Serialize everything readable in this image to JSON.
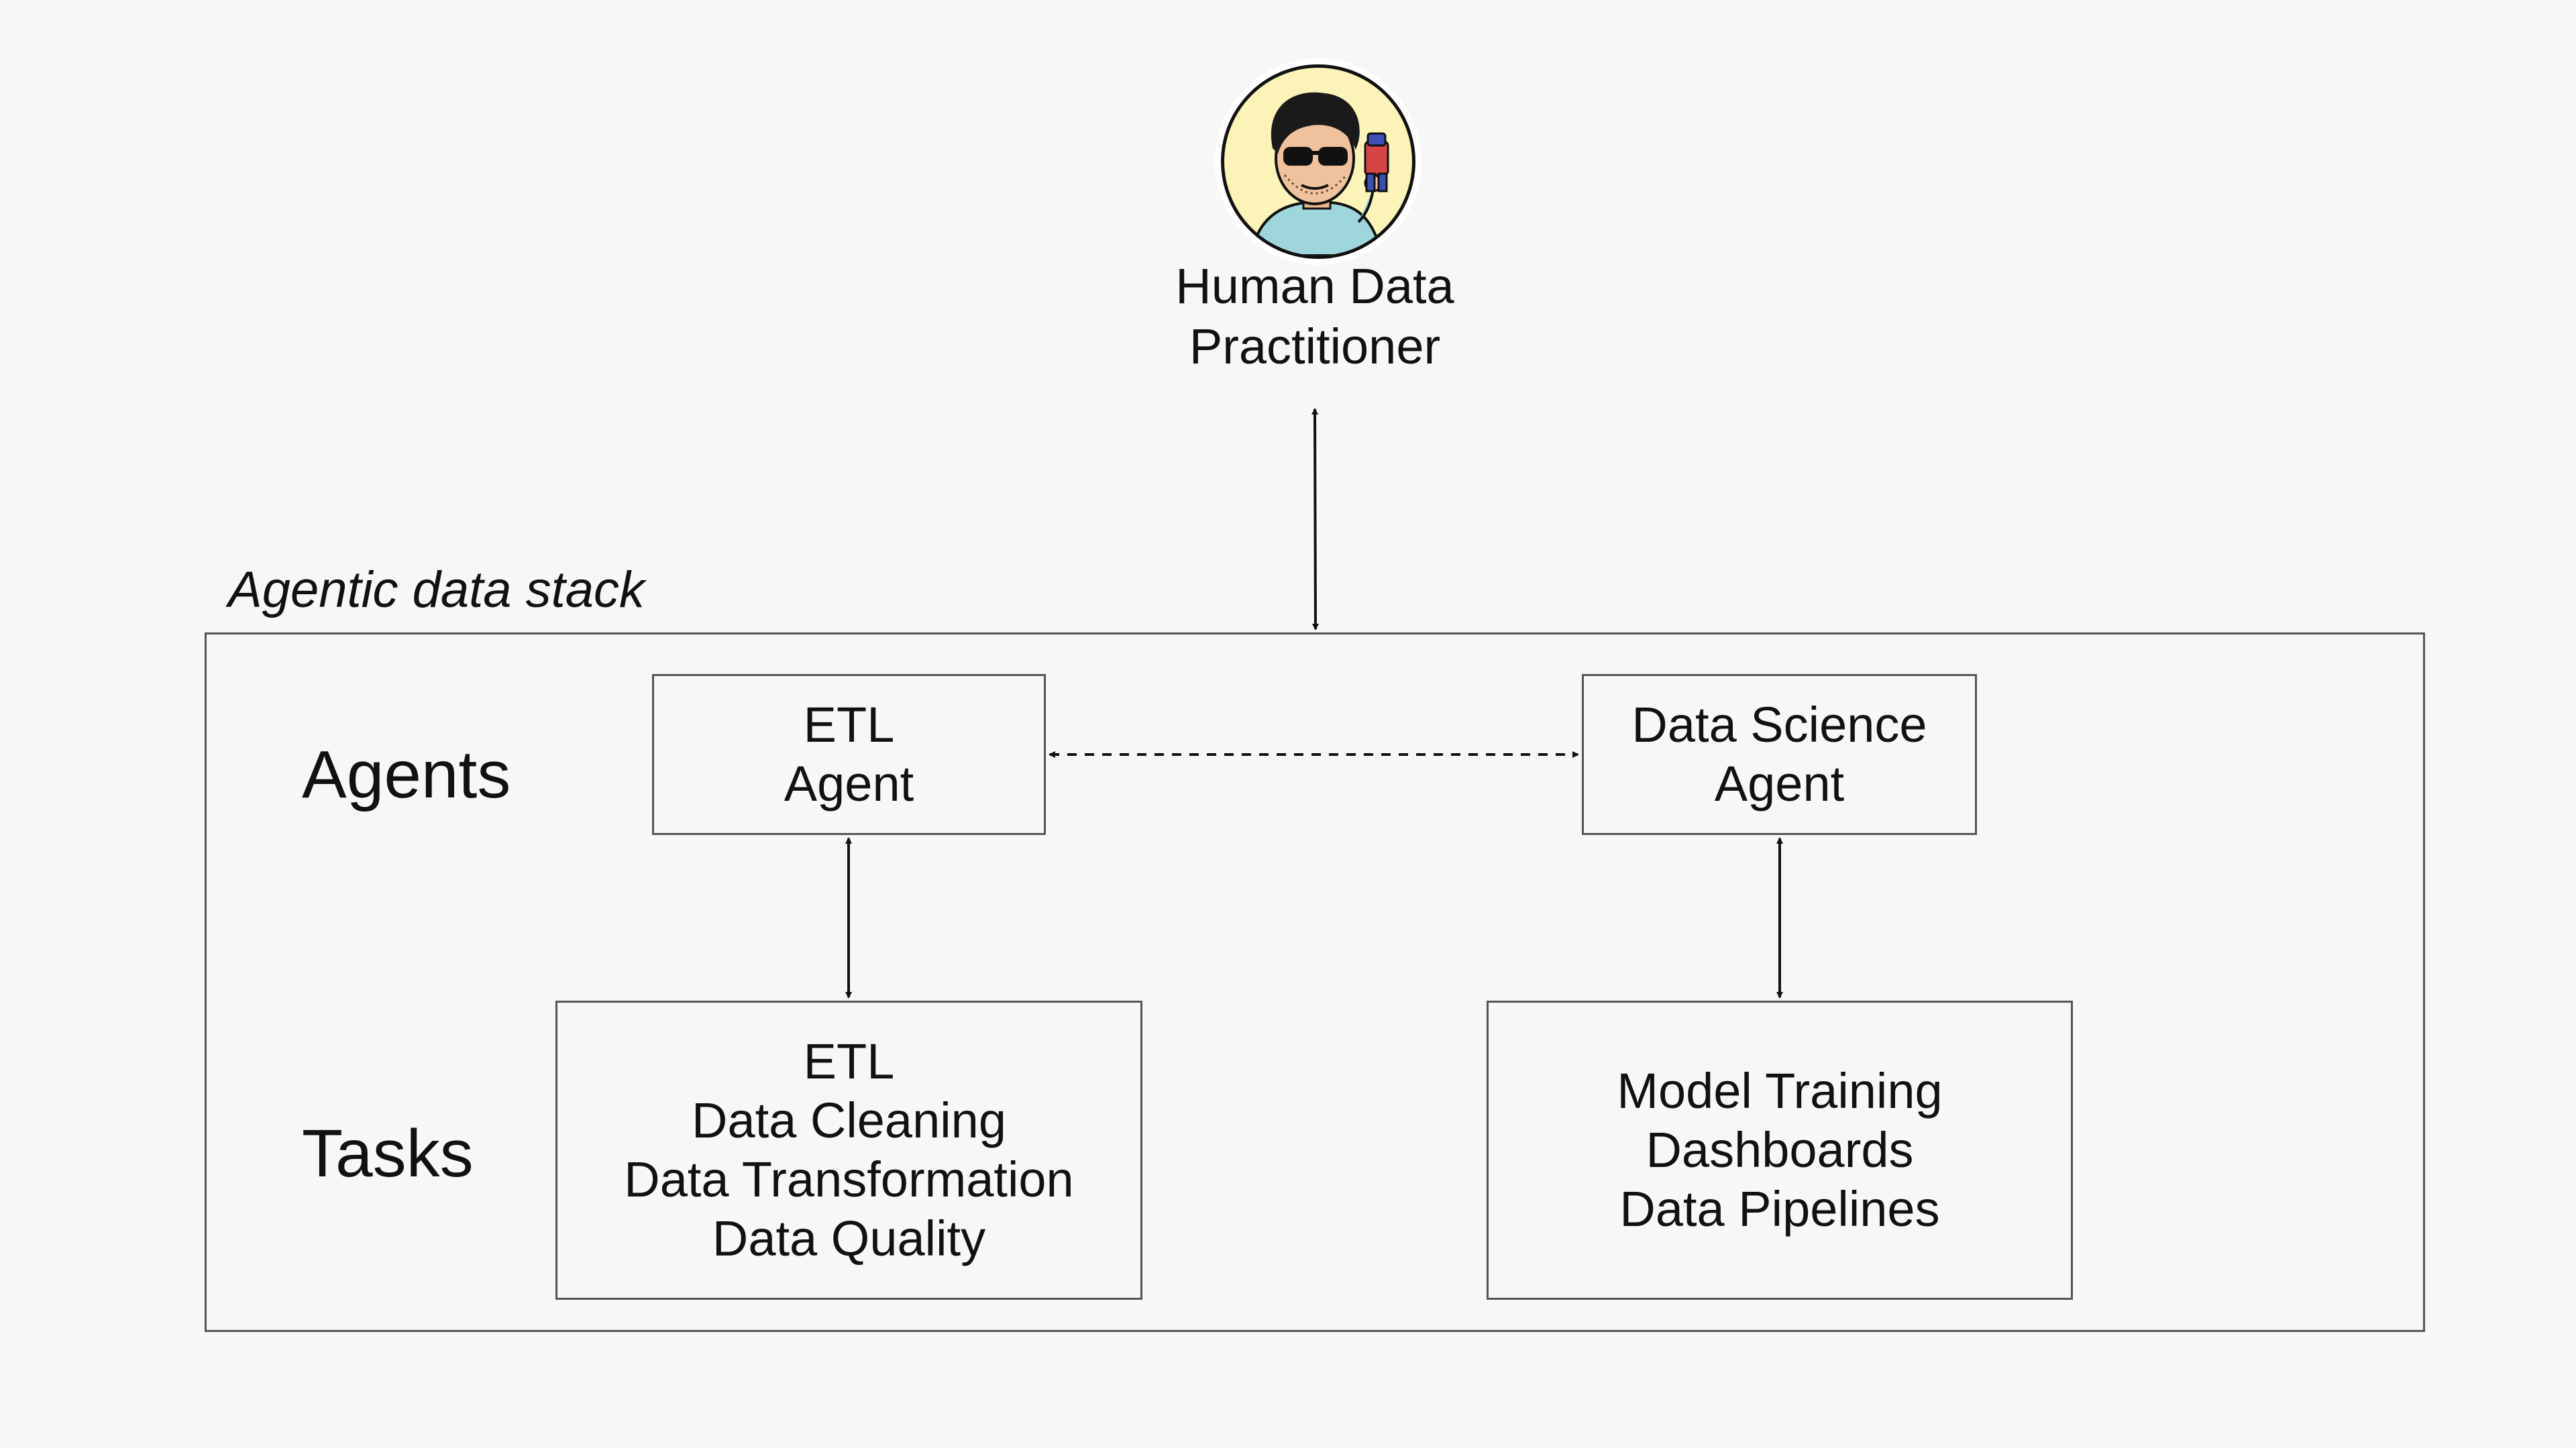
{
  "human": {
    "line1": "Human Data",
    "line2": "Practitioner"
  },
  "stack": {
    "title": "Agentic data stack"
  },
  "rows": {
    "agents": "Agents",
    "tasks": "Tasks"
  },
  "agents": [
    {
      "line1": "ETL",
      "line2": "Agent"
    },
    {
      "line1": "Data Science",
      "line2": "Agent"
    }
  ],
  "tasks": [
    {
      "items": [
        "ETL",
        "Data Cleaning",
        "Data Transformation",
        "Data Quality"
      ]
    },
    {
      "items": [
        "Model Training",
        "Dashboards",
        "Data Pipelines"
      ]
    }
  ],
  "colors": {
    "background": "#f7f7f7",
    "avatar_bg": "#fbf3b8",
    "border": "#555555",
    "text": "#111111"
  }
}
